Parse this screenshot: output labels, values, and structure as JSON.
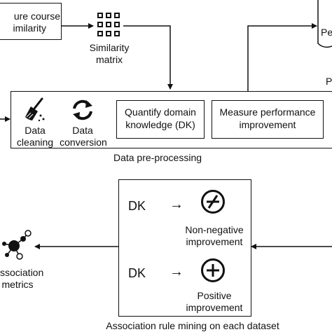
{
  "measure_course_similarity": {
    "line1": "ure course",
    "line2": "imilarity"
  },
  "similarity_matrix": {
    "line1": "Similarity",
    "line2": "matrix"
  },
  "top_right_box": {
    "text_partial": "Pe",
    "label_partial": "P"
  },
  "preprocessing": {
    "caption": "Data pre-processing",
    "cleaning": {
      "line1": "Data",
      "line2": "cleaning"
    },
    "conversion": {
      "line1": "Data",
      "line2": "conversion"
    },
    "quantify": {
      "line1": "Quantify domain",
      "line2": "knowledge (DK)"
    },
    "measure_perf": {
      "line1": "Measure performance",
      "line2": "improvement"
    }
  },
  "rule_mining": {
    "caption": "Association rule mining on each dataset",
    "row1": {
      "dk": "DK",
      "arrow": "→",
      "label1": "Non-negative",
      "label2": "improvement"
    },
    "row2": {
      "dk": "DK",
      "arrow": "→",
      "label1": "Positive",
      "label2": "improvement"
    }
  },
  "association_metrics": {
    "line1": "ssociation",
    "line2": "metrics"
  },
  "icons": {
    "matrix": "grid-icon",
    "cleaning": "broom-icon",
    "conversion": "refresh-icon",
    "non_negative": "non-negative-icon",
    "positive": "plus-circle-icon",
    "association": "network-icon"
  }
}
